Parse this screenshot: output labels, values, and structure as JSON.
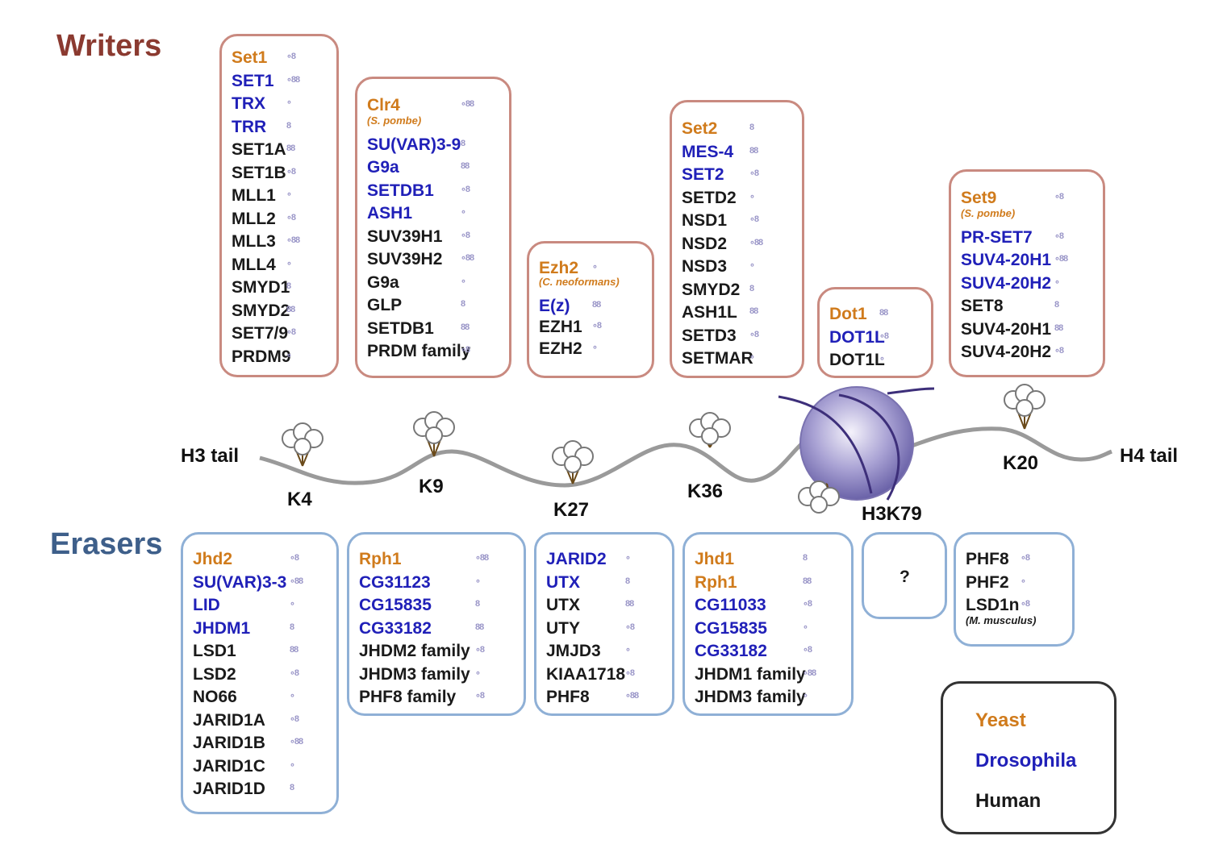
{
  "titles": {
    "writers": "Writers",
    "erasers": "Erasers"
  },
  "colors": {
    "yeast": "#d07b1c",
    "drosophila": "#2020b8",
    "human": "#1a1a1a"
  },
  "writers": [
    {
      "id": "k4",
      "rows": [
        {
          "t": "Set1",
          "s": "y"
        },
        {
          "t": "SET1",
          "s": "d"
        },
        {
          "t": "TRX",
          "s": "d"
        },
        {
          "t": "TRR",
          "s": "d"
        },
        {
          "t": "SET1A",
          "s": "h"
        },
        {
          "t": "SET1B",
          "s": "h"
        },
        {
          "t": "MLL1",
          "s": "h"
        },
        {
          "t": "MLL2",
          "s": "h"
        },
        {
          "t": "MLL3",
          "s": "h"
        },
        {
          "t": "MLL4",
          "s": "h"
        },
        {
          "t": "SMYD1",
          "s": "h"
        },
        {
          "t": "SMYD2",
          "s": "h"
        },
        {
          "t": "SET7/9",
          "s": "h"
        },
        {
          "t": "PRDM9",
          "s": "h"
        }
      ]
    },
    {
      "id": "k9",
      "rows": [
        {
          "t": "Clr4",
          "s": "y"
        },
        {
          "t": "(S. pombe)",
          "s": "y",
          "note": true
        },
        {
          "t": "SU(VAR)3-9",
          "s": "d"
        },
        {
          "t": "G9a",
          "s": "d"
        },
        {
          "t": "SETDB1",
          "s": "d"
        },
        {
          "t": "ASH1",
          "s": "d"
        },
        {
          "t": "SUV39H1",
          "s": "h"
        },
        {
          "t": "SUV39H2",
          "s": "h"
        },
        {
          "t": "G9a",
          "s": "h"
        },
        {
          "t": "GLP",
          "s": "h"
        },
        {
          "t": "SETDB1",
          "s": "h"
        },
        {
          "t": "PRDM family",
          "s": "h"
        }
      ]
    },
    {
      "id": "k27",
      "rows": [
        {
          "t": "Ezh2",
          "s": "y"
        },
        {
          "t": "(C. neoformans)",
          "s": "y",
          "note": true
        },
        {
          "t": "E(z)",
          "s": "d"
        },
        {
          "t": "EZH1",
          "s": "h"
        },
        {
          "t": "EZH2",
          "s": "h"
        }
      ]
    },
    {
      "id": "k36",
      "rows": [
        {
          "t": "Set2",
          "s": "y"
        },
        {
          "t": "MES-4",
          "s": "d"
        },
        {
          "t": "SET2",
          "s": "d"
        },
        {
          "t": "SETD2",
          "s": "h"
        },
        {
          "t": "NSD1",
          "s": "h"
        },
        {
          "t": "NSD2",
          "s": "h"
        },
        {
          "t": "NSD3",
          "s": "h"
        },
        {
          "t": "SMYD2",
          "s": "h"
        },
        {
          "t": "ASH1L",
          "s": "h"
        },
        {
          "t": "SETD3",
          "s": "h"
        },
        {
          "t": "SETMAR",
          "s": "h"
        }
      ]
    },
    {
      "id": "k79",
      "rows": [
        {
          "t": "Dot1",
          "s": "y"
        },
        {
          "t": "DOT1L",
          "s": "d"
        },
        {
          "t": "DOT1L",
          "s": "h"
        }
      ]
    },
    {
      "id": "k20",
      "rows": [
        {
          "t": "Set9",
          "s": "y"
        },
        {
          "t": "(S. pombe)",
          "s": "y",
          "note": true
        },
        {
          "t": "PR-SET7",
          "s": "d"
        },
        {
          "t": "SUV4-20H1",
          "s": "d"
        },
        {
          "t": "SUV4-20H2",
          "s": "d"
        },
        {
          "t": "SET8",
          "s": "h"
        },
        {
          "t": "SUV4-20H1",
          "s": "h"
        },
        {
          "t": "SUV4-20H2",
          "s": "h"
        }
      ]
    }
  ],
  "erasers": [
    {
      "id": "k4",
      "rows": [
        {
          "t": "Jhd2",
          "s": "y"
        },
        {
          "t": "SU(VAR)3-3",
          "s": "d"
        },
        {
          "t": "LID",
          "s": "d"
        },
        {
          "t": "JHDM1",
          "s": "d"
        },
        {
          "t": "LSD1",
          "s": "h"
        },
        {
          "t": "LSD2",
          "s": "h"
        },
        {
          "t": "NO66",
          "s": "h"
        },
        {
          "t": "JARID1A",
          "s": "h"
        },
        {
          "t": "JARID1B",
          "s": "h"
        },
        {
          "t": "JARID1C",
          "s": "h"
        },
        {
          "t": "JARID1D",
          "s": "h"
        }
      ]
    },
    {
      "id": "k9",
      "rows": [
        {
          "t": "Rph1",
          "s": "y"
        },
        {
          "t": "CG31123",
          "s": "d"
        },
        {
          "t": "CG15835",
          "s": "d"
        },
        {
          "t": "CG33182",
          "s": "d"
        },
        {
          "t": "JHDM2 family",
          "s": "h"
        },
        {
          "t": "JHDM3 family",
          "s": "h"
        },
        {
          "t": "PHF8 family",
          "s": "h"
        }
      ]
    },
    {
      "id": "k27",
      "rows": [
        {
          "t": "JARID2",
          "s": "d"
        },
        {
          "t": "UTX",
          "s": "d"
        },
        {
          "t": "UTX",
          "s": "h"
        },
        {
          "t": "UTY",
          "s": "h"
        },
        {
          "t": "JMJD3",
          "s": "h"
        },
        {
          "t": "KIAA1718",
          "s": "h"
        },
        {
          "t": "PHF8",
          "s": "h"
        }
      ]
    },
    {
      "id": "k36",
      "rows": [
        {
          "t": "Jhd1",
          "s": "y"
        },
        {
          "t": "Rph1",
          "s": "y"
        },
        {
          "t": "CG11033",
          "s": "d"
        },
        {
          "t": "CG15835",
          "s": "d"
        },
        {
          "t": "CG33182",
          "s": "d"
        },
        {
          "t": "JHDM1 family",
          "s": "h"
        },
        {
          "t": "JHDM3 family",
          "s": "h"
        }
      ]
    },
    {
      "id": "k79",
      "rows": [
        {
          "t": "?",
          "s": "h"
        }
      ]
    },
    {
      "id": "k20",
      "rows": [
        {
          "t": "PHF8",
          "s": "h"
        },
        {
          "t": "PHF2",
          "s": "h"
        },
        {
          "t": "LSD1n",
          "s": "h"
        },
        {
          "t": "(M. musculus)",
          "s": "h",
          "note": true
        }
      ]
    }
  ],
  "sites": [
    "K4",
    "K9",
    "K27",
    "K36",
    "H3K79",
    "K20"
  ],
  "tails": {
    "h3": "H3 tail",
    "h4": "H4 tail"
  },
  "legend": {
    "yeast": "Yeast",
    "drosophila": "Drosophila",
    "human": "Human"
  }
}
